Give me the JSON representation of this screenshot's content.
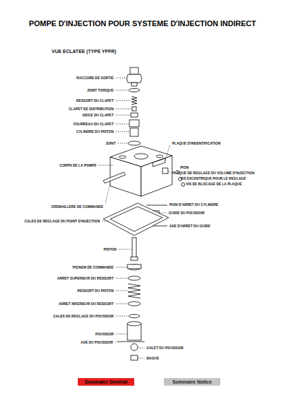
{
  "diagram": {
    "title": "POMPE D'INJECTION POUR SYSTEME D'INJECTION INDIRECT",
    "nodes": [
      {
        "text": [
          "Sommaire Général"
        ]
      },
      {
        "text": [
          "Sommaire Notice"
        ]
      }
    ],
    "labels": [
      "VUE ECLATEE (TYPE YPFR)",
      "RACCORD DE SORTIE",
      "JOINT TORIQUE",
      "RESSORT DU CLAPET",
      "CLAPET DE DISTRIBUTION",
      "SIEGE DU CLAPET",
      "FOURREAU DU CLAPET",
      "CYLINDRE DU PISTON",
      "JOINT",
      "PLAQUE D'INDENTIFICATION",
      "CORPS DE LA POMPE",
      "PION",
      "PLAQUE DE REGLAGE DU VOLUME D'INJECTION",
      "VIS EXCENTRIQUE POUR LE REGLAGE",
      "VIS DE BLOCAGE DE LA PLAQUE",
      "CREMAILLERE DE COMMANDE",
      "PION D'ARRET DU CYLINDRE",
      "GUIDE DU POUSSOIR",
      "CALES DE REGLAGE DU POINT D'INJECTION",
      "AXE D'ARRET DU GUIDE",
      "PISTON",
      "PIGNON DE COMMANDE",
      "ARRET SUPERIEUR DU RESSORT",
      "RESSORT DU PISTON",
      "ARRET INFERIEUR DU RESSORT",
      "CALES DE REGLAGE DU POUSSOIR",
      "POUSSOIR",
      "AXE DU POUSSOIR",
      "GALET DU POUSSOIR",
      "BAGUE"
    ]
  }
}
